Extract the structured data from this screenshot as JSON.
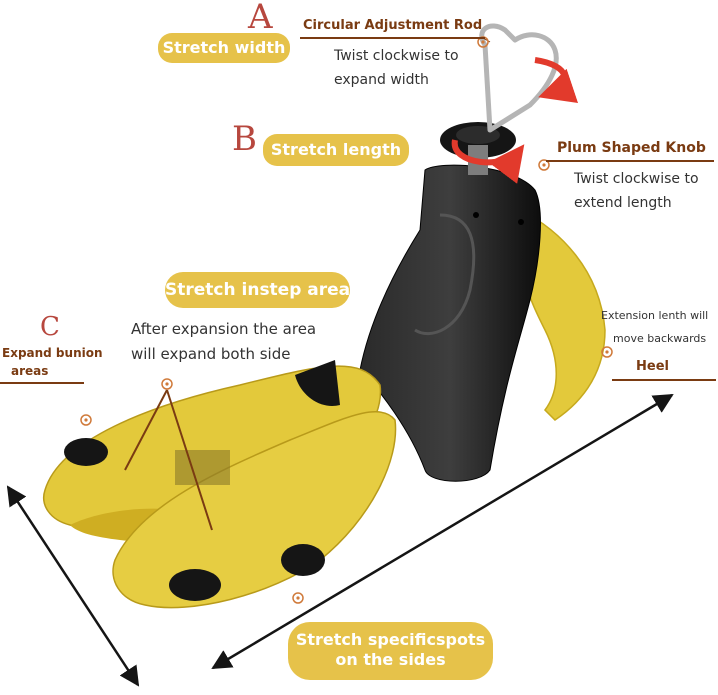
{
  "letters": {
    "a": "A",
    "b": "B",
    "c": "C"
  },
  "pills": {
    "stretch_width": "Stretch width",
    "stretch_length": "Stretch length",
    "stretch_instep": "Stretch instep area",
    "sides_line1": "Stretch specificspots",
    "sides_line2": "on the sides"
  },
  "callouts": {
    "rod_title": "Circular Adjustment Rod",
    "rod_line1": "Twist clockwise to",
    "rod_line2": "expand width",
    "knob_title": "Plum Shaped Knob",
    "knob_line1": "Twist clockwise to",
    "knob_line2": "extend length",
    "instep_line1": "After expansion the area",
    "instep_line2": "will expand both side",
    "bunion_line1": "Expand bunion",
    "bunion_line2": "areas",
    "ext_line1": "Extension lenth will",
    "ext_line2": "move backwards",
    "heel": "Heel"
  },
  "colors": {
    "yellow": "#e6c24a",
    "pill": "#e6c24a",
    "brown": "#7a3b12",
    "letter": "#b7473e",
    "black": "#151515",
    "red_arrow": "#e23a2c",
    "target": "#d07a3a"
  },
  "icons": [
    "target-icon",
    "rotate-arrow-icon",
    "heart-handle-icon",
    "double-arrow-icon"
  ]
}
